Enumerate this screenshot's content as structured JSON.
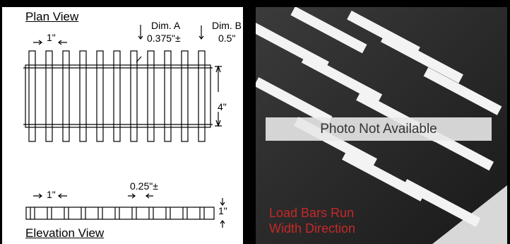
{
  "plan_view": {
    "title": "Plan View",
    "pitch_label": "1\"",
    "dim_a_title": "Dim. A",
    "dim_a_value": "0.375\"±",
    "dim_b_title": "Dim. B",
    "dim_b_value": "0.5\"",
    "height_label": "4\""
  },
  "elevation_view": {
    "title": "Elevation View",
    "pitch_label": "1\"",
    "gap_label": "0.25\"±",
    "depth_label": "1\""
  },
  "photo": {
    "banner_text": "Photo Not Available",
    "load_note_line1": "Load Bars Run",
    "load_note_line2": "Width Direction"
  },
  "colors": {
    "accent_red": "#c62828",
    "grating_dark": "#2b2b2b",
    "slot_white": "#f4f4f4"
  }
}
